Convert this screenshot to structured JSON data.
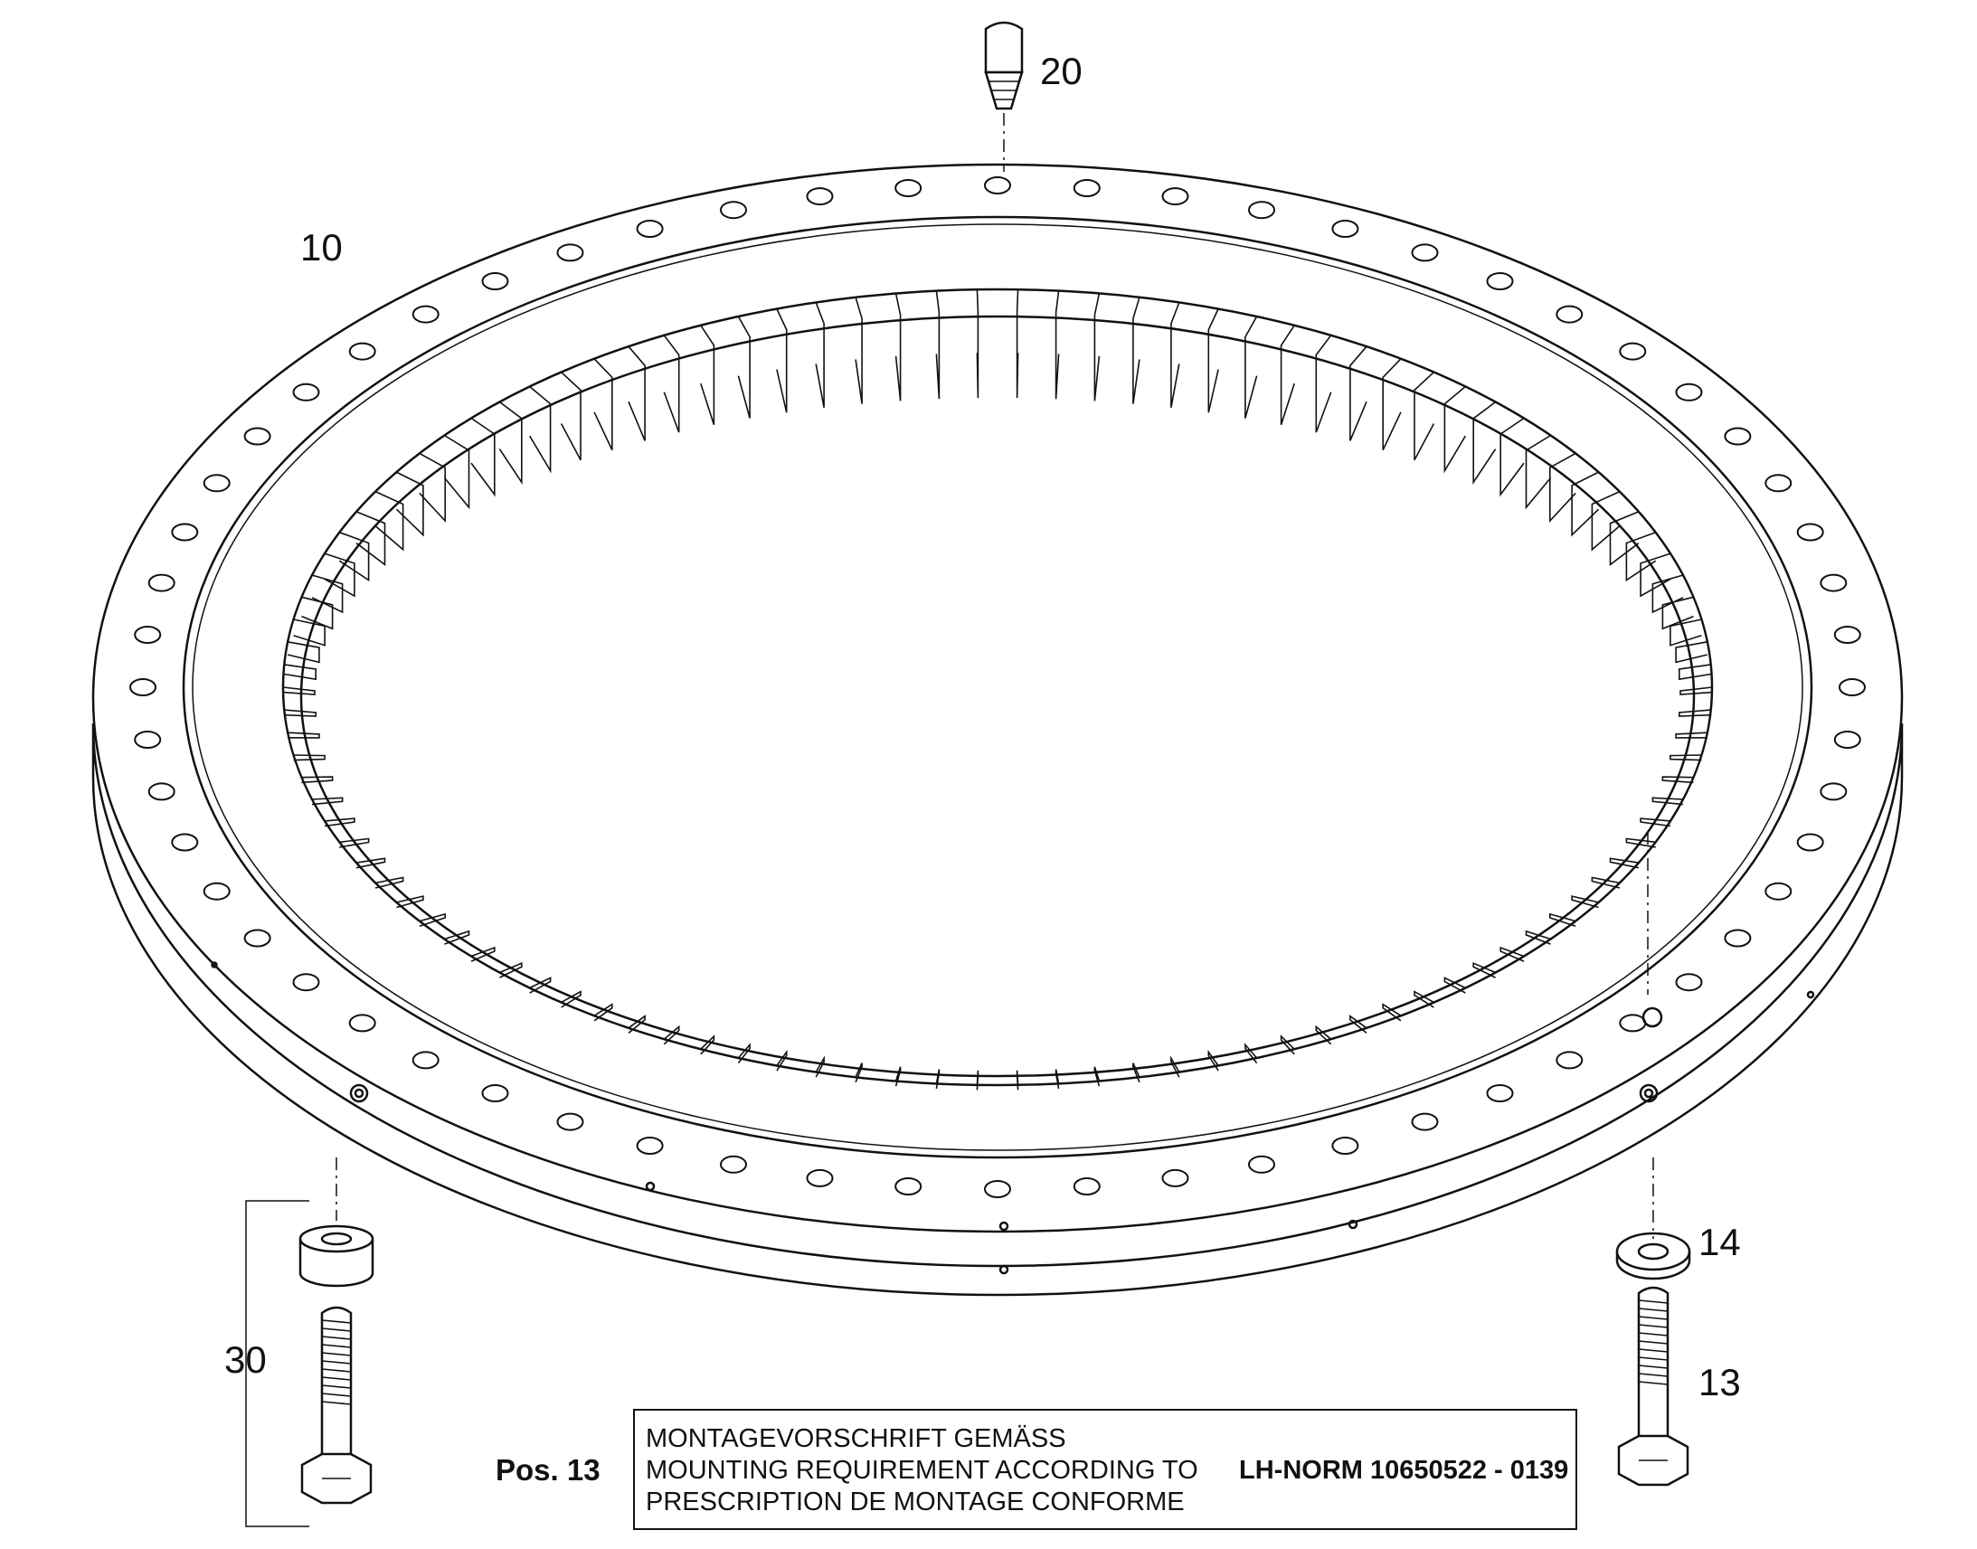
{
  "callouts": {
    "ring": "10",
    "grease_nipple": "20",
    "washer": "14",
    "bolt": "13",
    "bolt_set": "30"
  },
  "note": {
    "pos_label": "Pos. 13",
    "line_de": "MONTAGEVORSCHRIFT GEMÄSS",
    "line_en": "MOUNTING REQUIREMENT ACCORDING TO",
    "line_fr": "PRESCRIPTION DE MONTAGE CONFORME",
    "norm": "LH-NORM 10650522 - 0139"
  },
  "colors": {
    "line": "#111111",
    "background": "#ffffff"
  }
}
